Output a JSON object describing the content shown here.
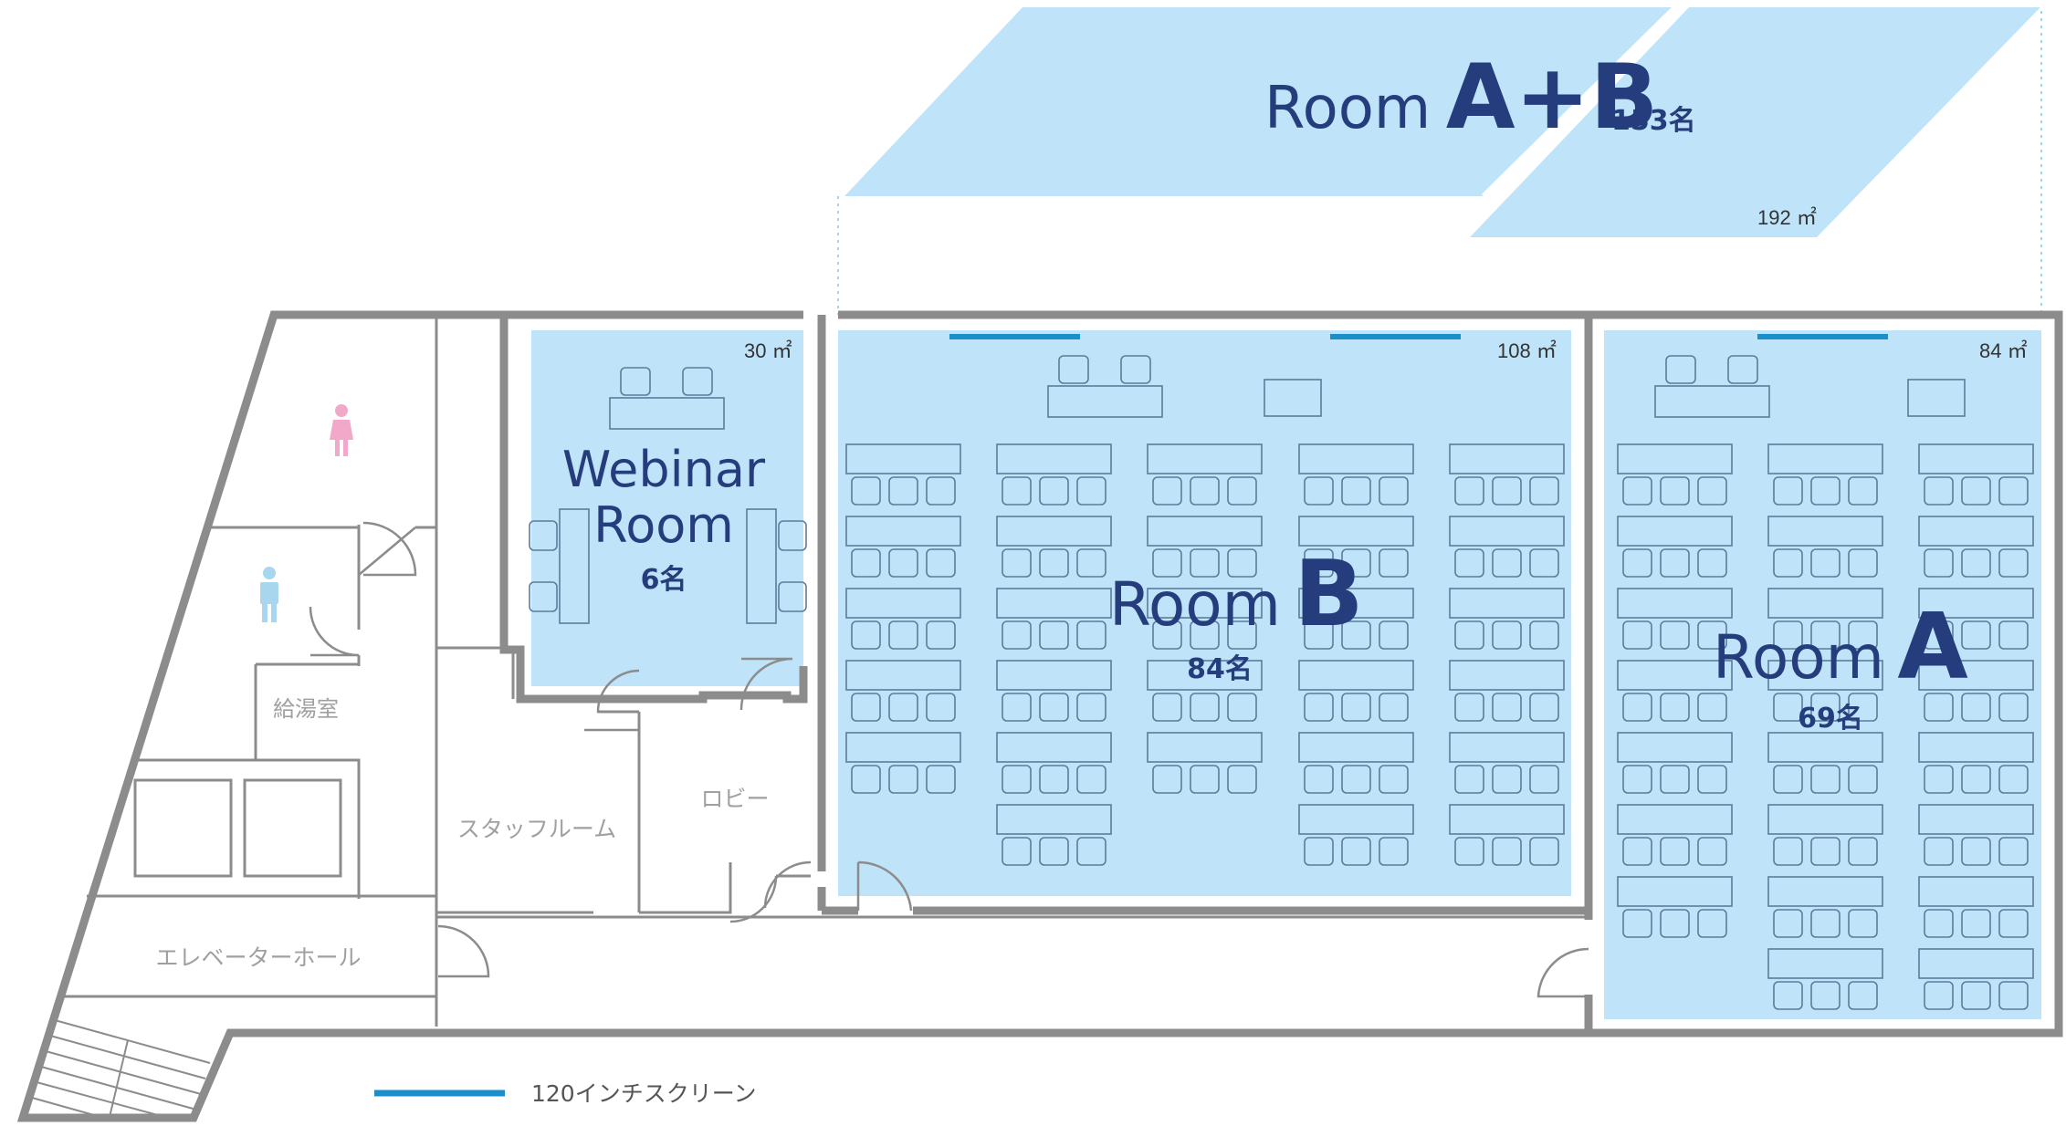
{
  "colors": {
    "room_fill": "#bfe3f8",
    "wall": "#8c8c8c",
    "screen": "#1b8fcc",
    "text_dark": "#253d7c",
    "label_grey": "#a0a0a0",
    "female": "#f2a9c9",
    "male": "#a8d6ee"
  },
  "combined": {
    "prefix": "Room",
    "letters": "A+B",
    "capacity": "153名",
    "area": "192 ㎡"
  },
  "webinar": {
    "title_line1": "Webinar",
    "title_line2": "Room",
    "capacity": "6名",
    "area": "30 ㎡"
  },
  "room_b": {
    "prefix": "Room",
    "letter": "B",
    "capacity": "84名",
    "area": "108 ㎡"
  },
  "room_a": {
    "prefix": "Room",
    "letter": "A",
    "capacity": "69名",
    "area": "84 ㎡"
  },
  "labels": {
    "kitchenette": "給湯室",
    "staff_room": "スタッフルーム",
    "lobby": "ロビー",
    "elevator_hall": "エレベーターホール"
  },
  "legend": {
    "screen_label": "120インチスクリーン"
  },
  "icons": {
    "female": "female-restroom-icon",
    "male": "male-restroom-icon"
  }
}
